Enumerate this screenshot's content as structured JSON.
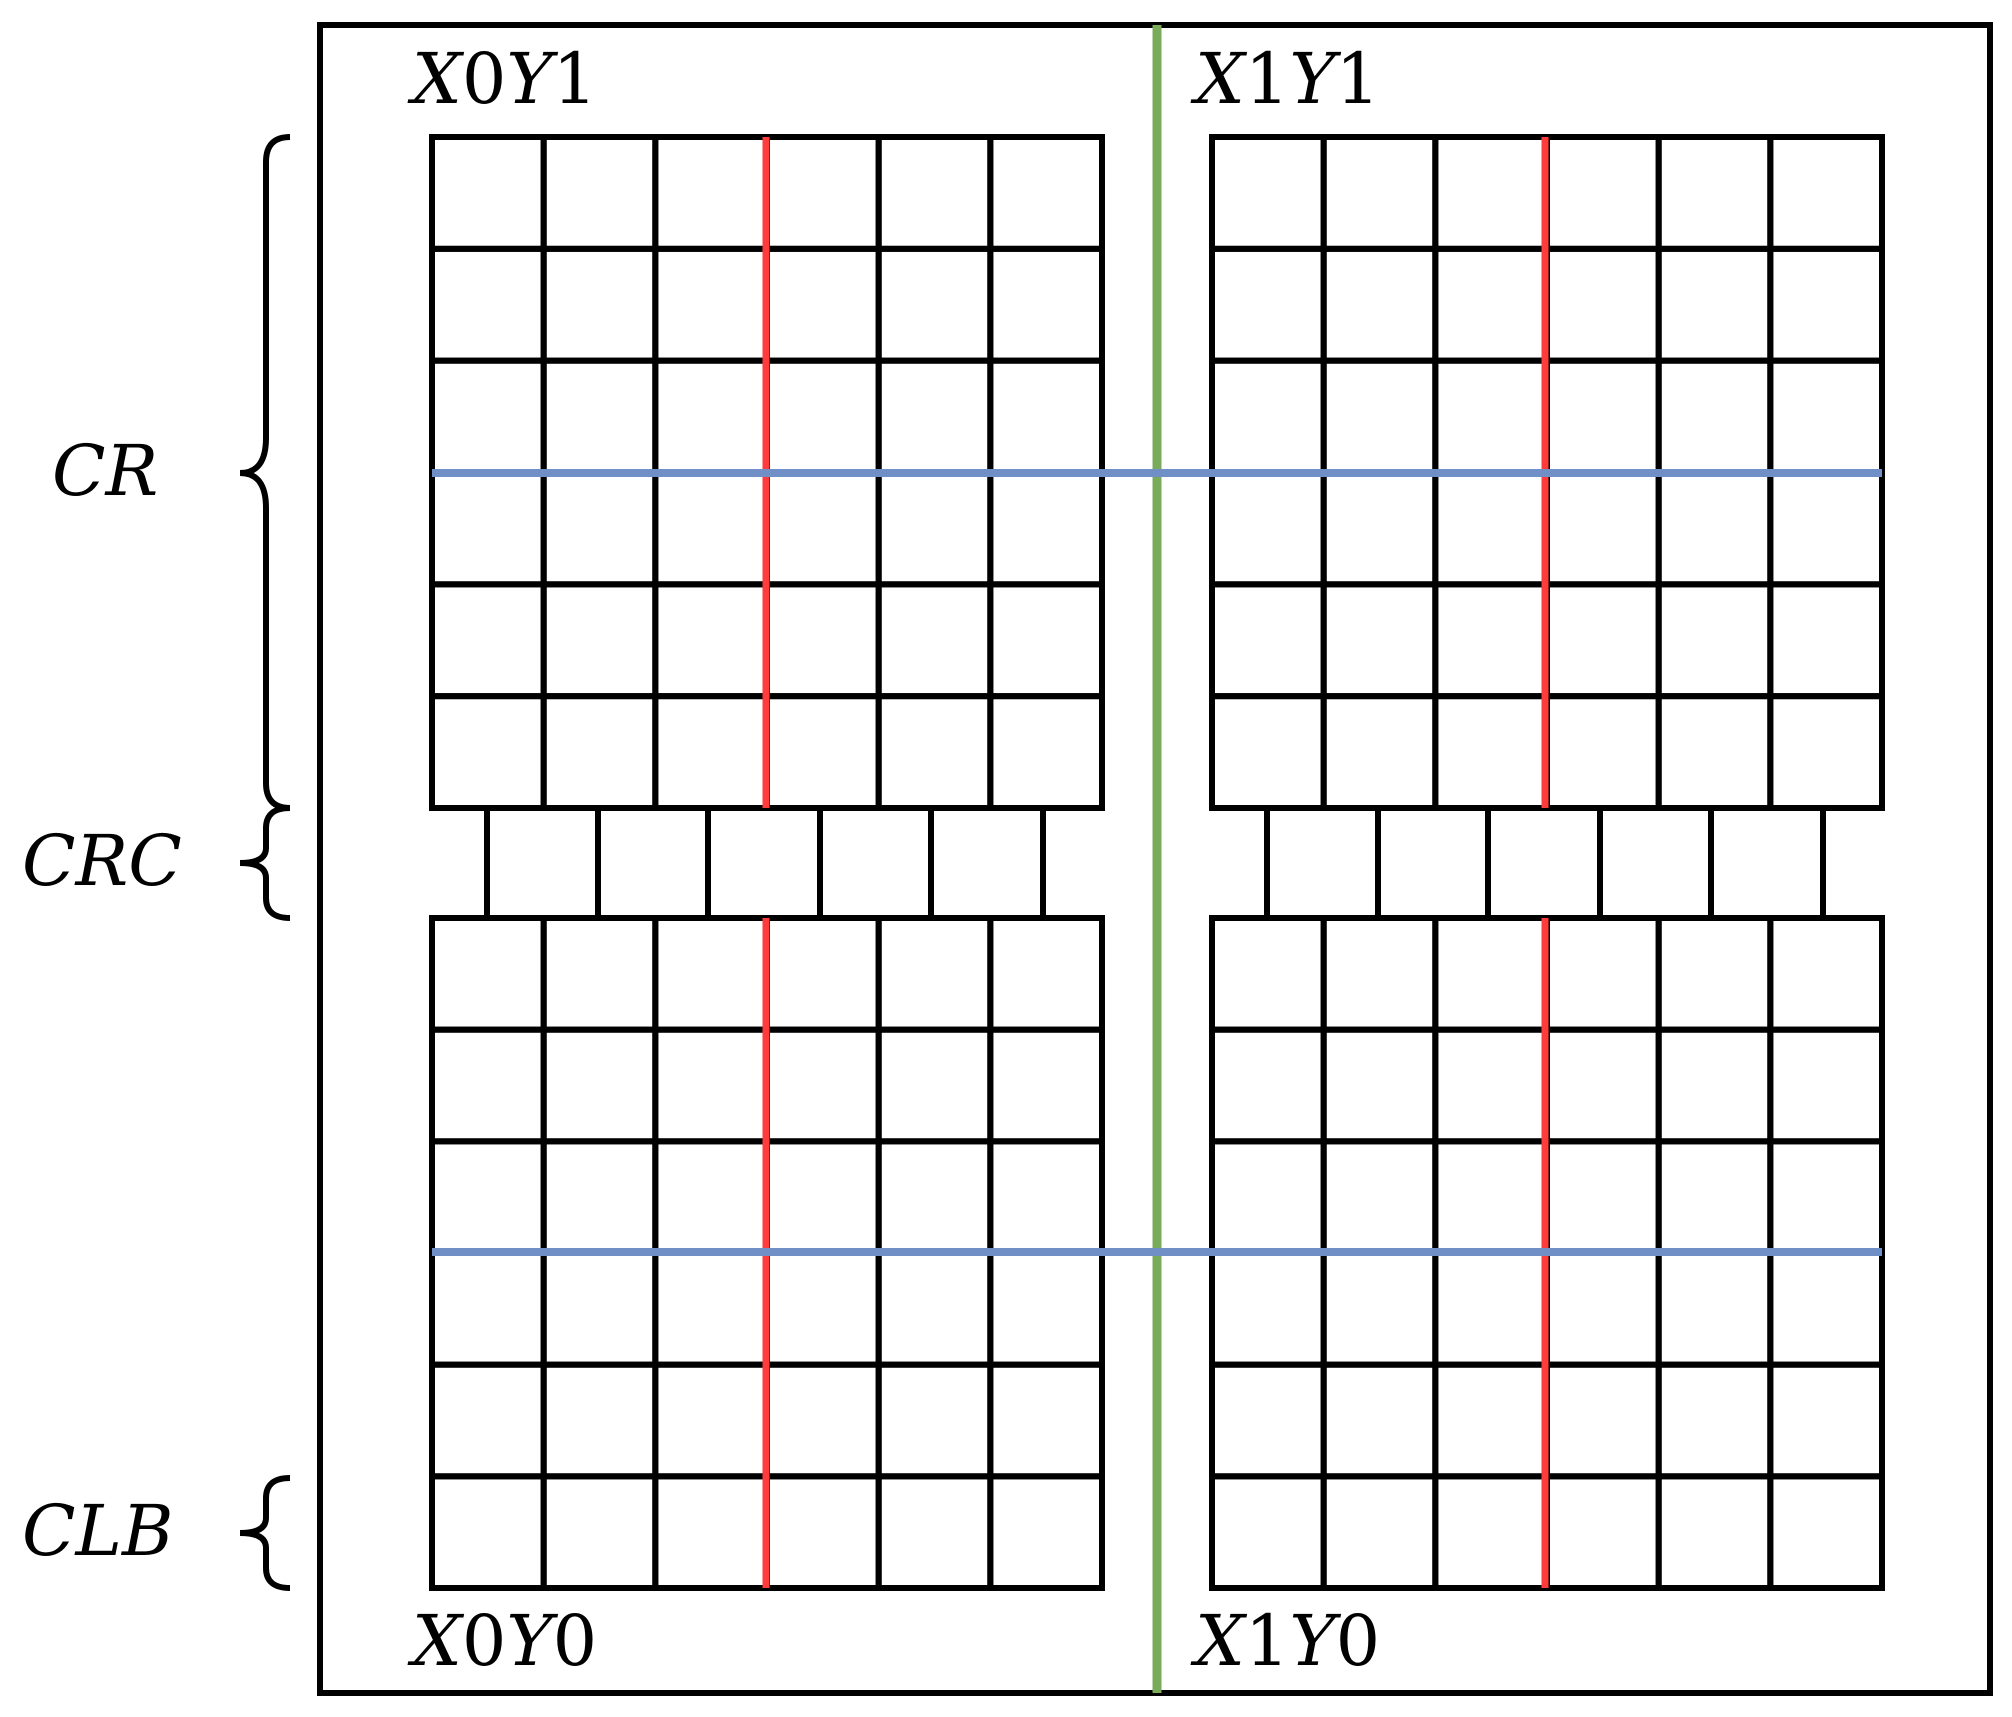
{
  "labels": {
    "side": {
      "cr": "CR",
      "crc": "CRC",
      "clb": "CLB"
    },
    "regions": {
      "x0y1": {
        "x": "X",
        "xi": "0",
        "y": "Y",
        "yi": "1"
      },
      "x1y1": {
        "x": "X",
        "xi": "1",
        "y": "Y",
        "yi": "1"
      },
      "x0y0": {
        "x": "X",
        "xi": "0",
        "y": "Y",
        "yi": "0"
      },
      "x1y0": {
        "x": "X",
        "xi": "1",
        "y": "Y",
        "yi": "0"
      }
    }
  },
  "grid": {
    "columns_per_region": 6,
    "rows_per_region": 6,
    "crc_tiles_per_region": 5
  },
  "colors": {
    "outline": "#000000",
    "clock_spine_horizontal": "#6f8fc6",
    "clock_spine_vertical_region": "#ff3b3b",
    "clock_spine_vertical_center": "#7aab5a",
    "background": "#ffffff"
  }
}
